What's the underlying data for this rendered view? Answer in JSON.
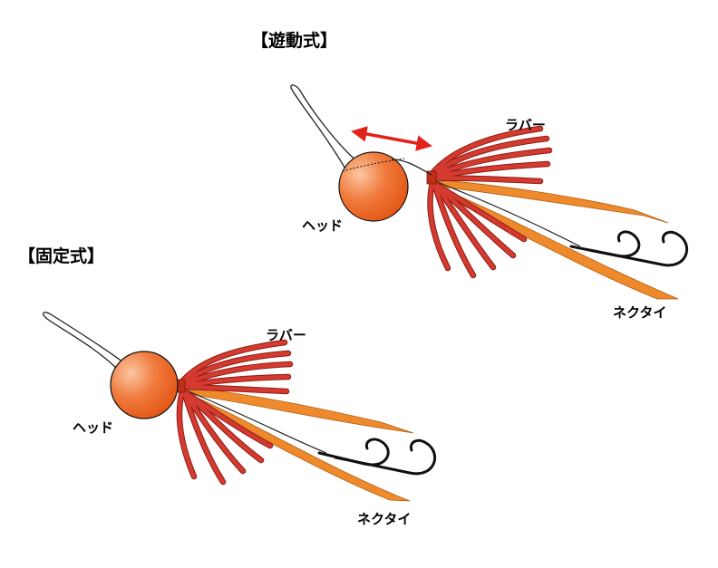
{
  "diagrams": [
    {
      "title": "【遊動式】",
      "labels": {
        "rubber": "ラバー",
        "head": "ヘッド",
        "necktie": "ネクタイ"
      }
    },
    {
      "title": "【固定式】",
      "labels": {
        "rubber": "ラバー",
        "head": "ヘッド",
        "necktie": "ネクタイ"
      }
    }
  ],
  "colors": {
    "head_light": "#fbc6a2",
    "head_mid": "#f07a3c",
    "head_dark": "#e04e0c",
    "rubber": "#d43a30",
    "rubber_dark": "#8e1d14",
    "necktie": "#ee8a2c",
    "necktie_dark": "#b35e14",
    "arrow": "#e2231a",
    "outline": "#111111"
  }
}
